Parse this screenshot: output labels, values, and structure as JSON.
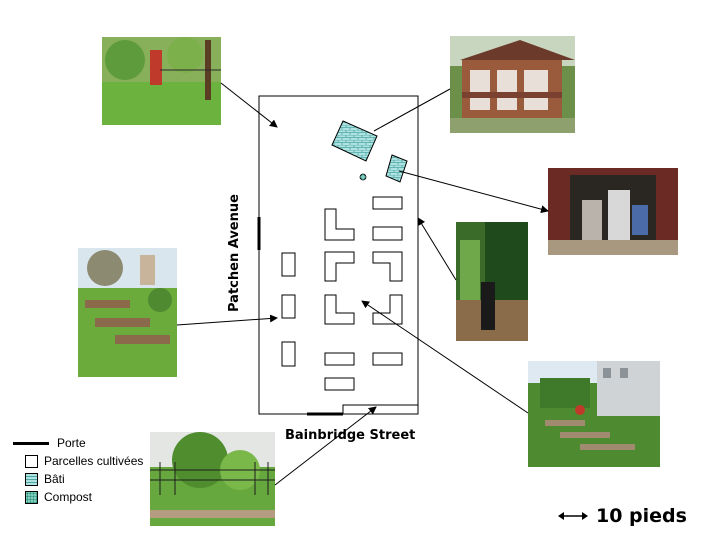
{
  "map": {
    "street_side_left": "Patchen Avenue",
    "street_side_bottom": "Bainbridge Street"
  },
  "legend": {
    "door": "Porte",
    "plots": "Parcelles cultivées",
    "built": "Bâti",
    "compost": "Compost"
  },
  "scale": {
    "label": "10 pieds"
  },
  "photos": [
    {
      "id": "garden-corner",
      "icon": "photo-garden-corner"
    },
    {
      "id": "gazebo",
      "icon": "photo-gazebo"
    },
    {
      "id": "shed",
      "icon": "photo-shed"
    },
    {
      "id": "compost-bin",
      "icon": "photo-compost-bin"
    },
    {
      "id": "raised-beds-west",
      "icon": "photo-raised-beds"
    },
    {
      "id": "raised-beds-east",
      "icon": "photo-raised-beds"
    },
    {
      "id": "front-fence",
      "icon": "photo-front-fence"
    }
  ],
  "colors": {
    "built_fill": "#aee3e1",
    "built_lines": "#4da7a5",
    "compost_fill": "#7fcdbd",
    "grass": "#5fa83a",
    "photo_border": "#ffffff"
  }
}
